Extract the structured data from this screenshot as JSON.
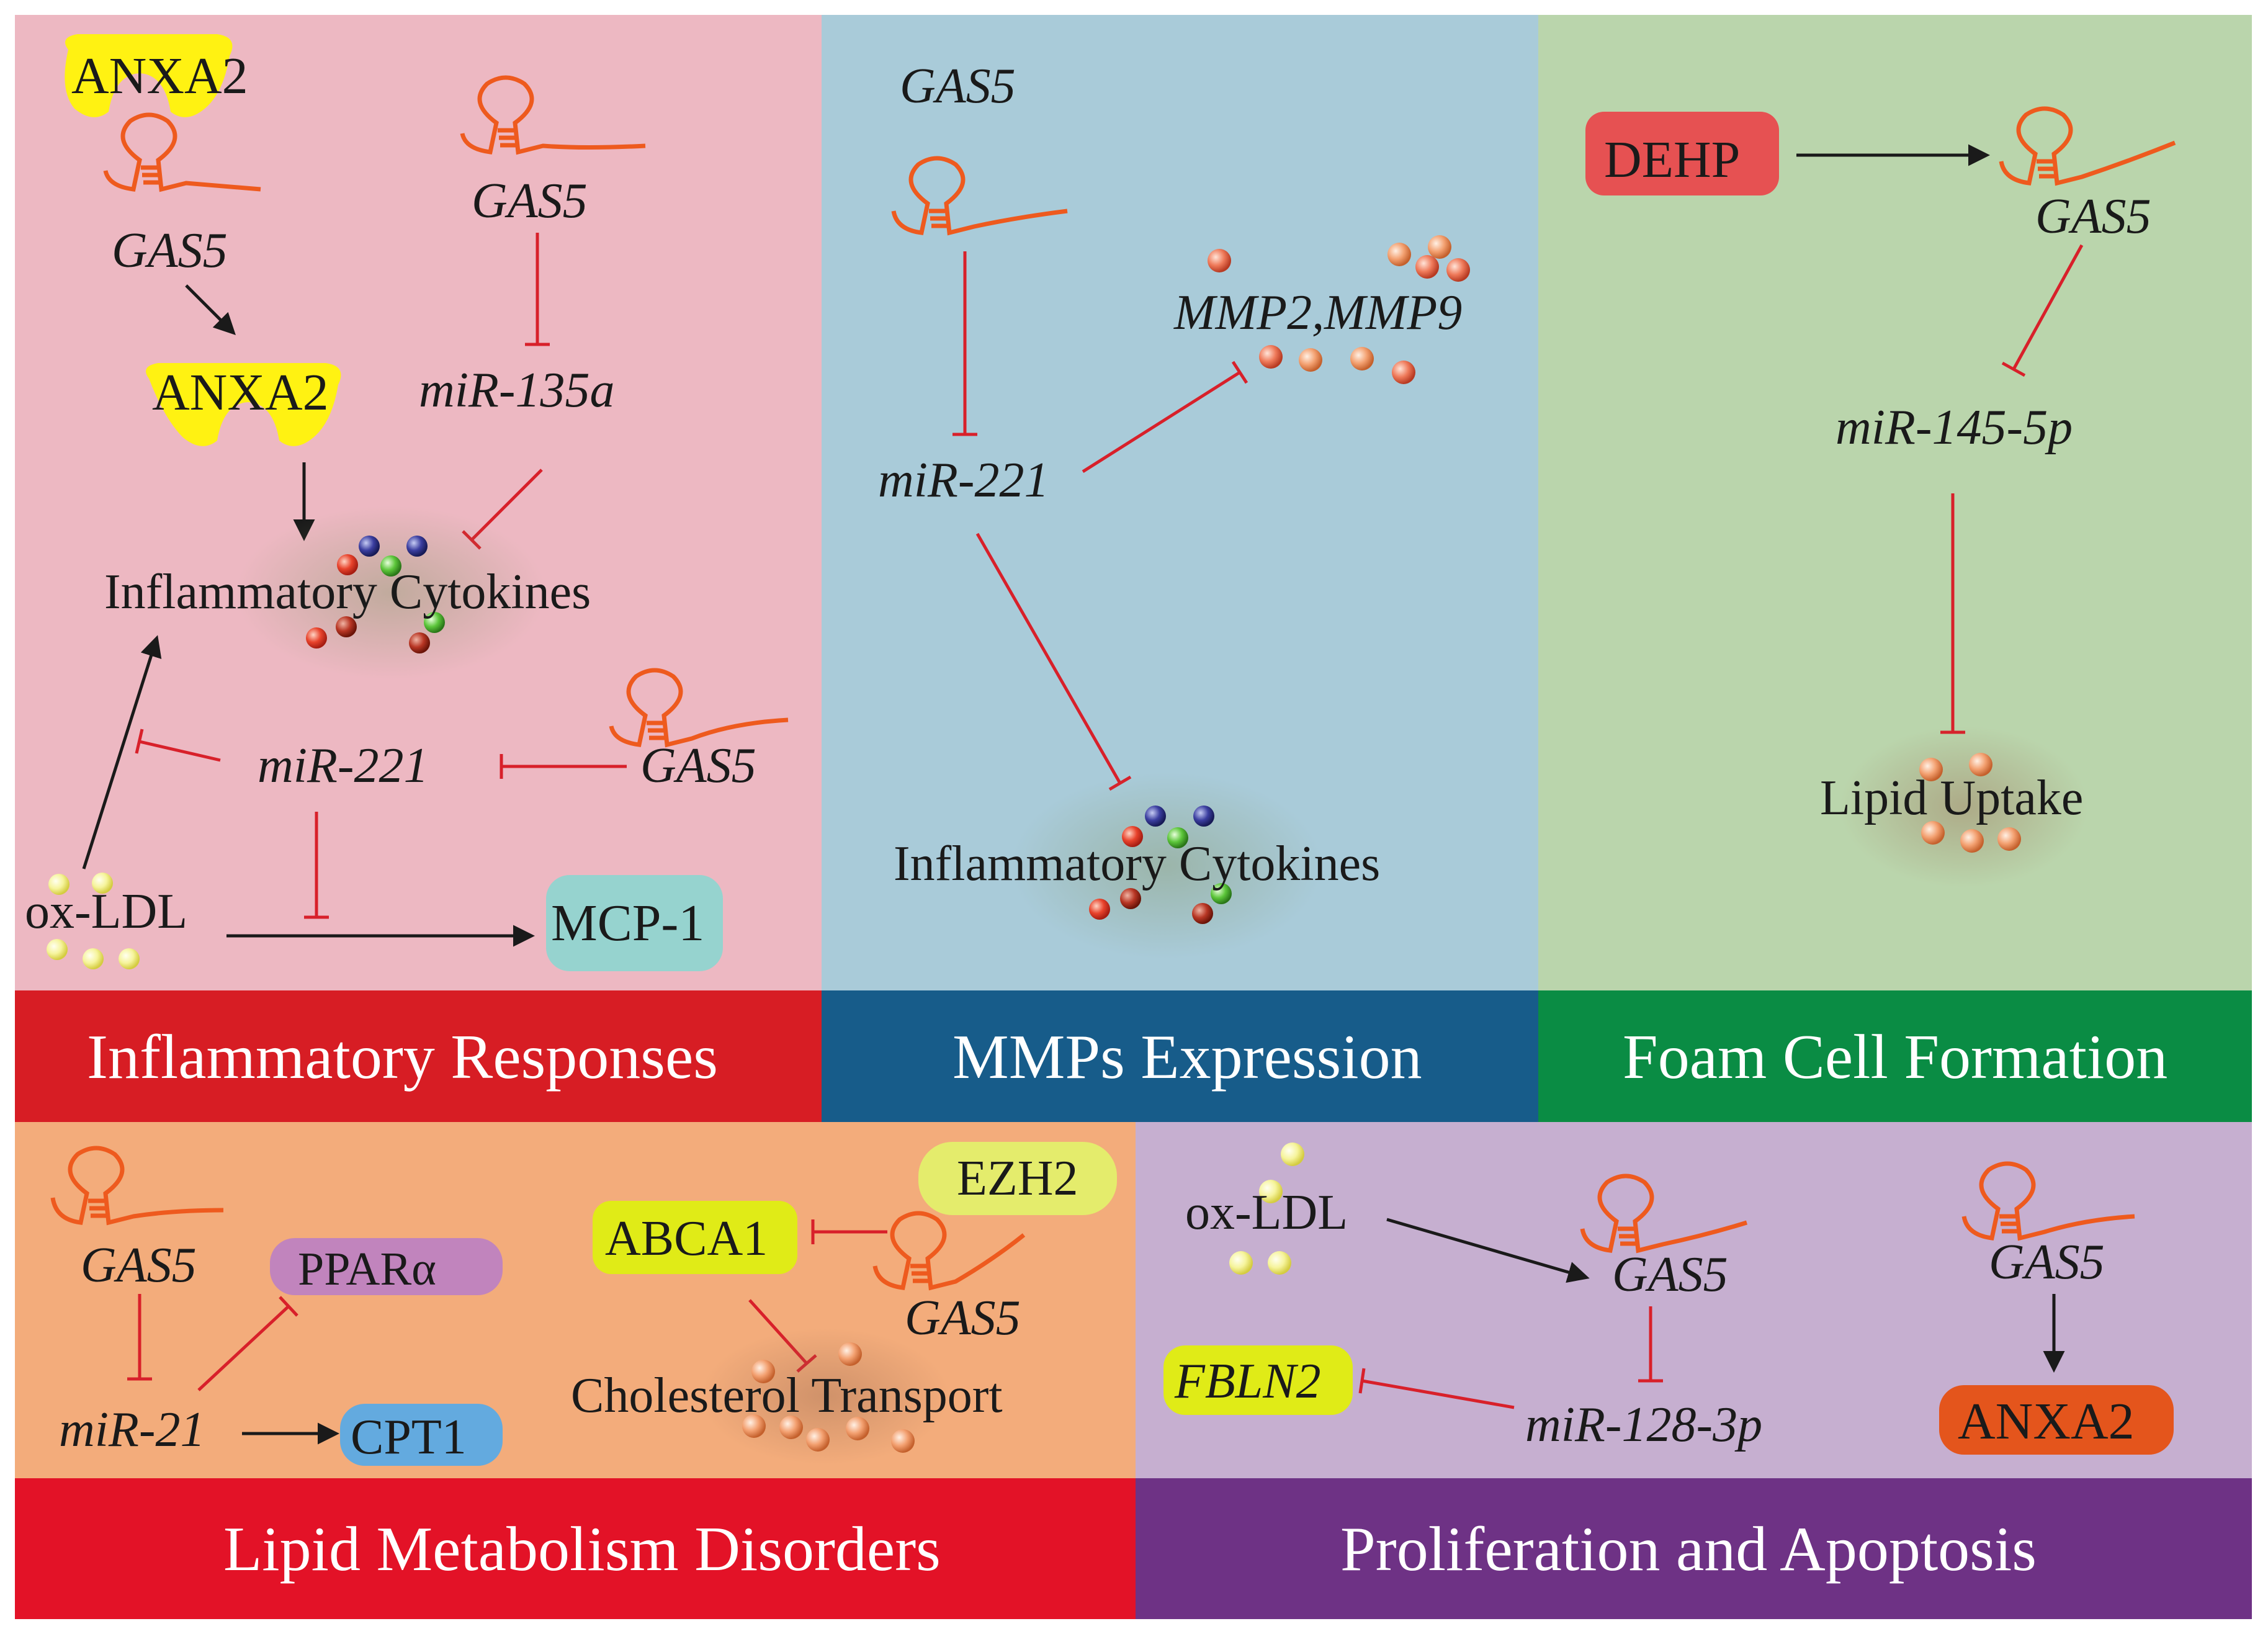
{
  "panels": {
    "inflammatory": {
      "title": "Inflammatory Responses",
      "labels": {
        "anxa2_top": "ANXA2",
        "gas5_a": "GAS5",
        "anxa2_mid": "ANXA2",
        "gas5_b": "GAS5",
        "mir135a": "miR-135a",
        "cytokines": "Inflammatory Cytokines",
        "mir221": "miR-221",
        "gas5_c": "GAS5",
        "oxldl": "ox-LDL",
        "mcp1": "MCP-1"
      }
    },
    "mmps": {
      "title": "MMPs Expression",
      "labels": {
        "gas5": "GAS5",
        "mmp": "MMP2,MMP9",
        "mir221": "miR-221",
        "cytokines": "Inflammatory Cytokines"
      }
    },
    "foam": {
      "title": "Foam Cell Formation",
      "labels": {
        "dehp": "DEHP",
        "gas5": "GAS5",
        "mir145": "miR-145-5p",
        "lipid": "Lipid Uptake"
      }
    },
    "lipid": {
      "title": "Lipid Metabolism Disorders",
      "labels": {
        "gas5_a": "GAS5",
        "ppara": "PPARα",
        "mir21": "miR-21",
        "cpt1": "CPT1",
        "abca1": "ABCA1",
        "ezh2": "EZH2",
        "gas5_b": "GAS5",
        "cholesterol": "Cholesterol Transport"
      }
    },
    "prolif": {
      "title": "Proliferation and Apoptosis",
      "labels": {
        "oxldl": "ox-LDL",
        "gas5_a": "GAS5",
        "fbln2": "FBLN2",
        "mir128": "miR-128-3p",
        "gas5_b": "GAS5",
        "anxa2": "ANXA2"
      }
    }
  },
  "colors": {
    "inflammatory_bg": "#edb8c2",
    "mmps_bg": "#a9cbd9",
    "foam_bg": "#bad5ac",
    "lipid_bg": "#f3ac7b",
    "prolif_bg": "#c6afd0",
    "inflammatory_bar": "#d71d24",
    "mmps_bar": "#175c8a",
    "foam_bar": "#0a8c44",
    "lipid_bar": "#e31227",
    "prolif_bar": "#6e3285",
    "rna": "#ee5a1e",
    "inhibit": "#d8202a",
    "activate": "#1a1a1a",
    "anxa2_yellow": "#fff212",
    "mcp1": "#96d3cf",
    "dehp": "#e65152",
    "ppara": "#c184bd",
    "cpt1": "#63aadf",
    "abca1": "#e0eb17",
    "ezh2": "#e4ec6c",
    "fbln2": "#e0eb17",
    "anxa2_orange": "#e4551c"
  }
}
